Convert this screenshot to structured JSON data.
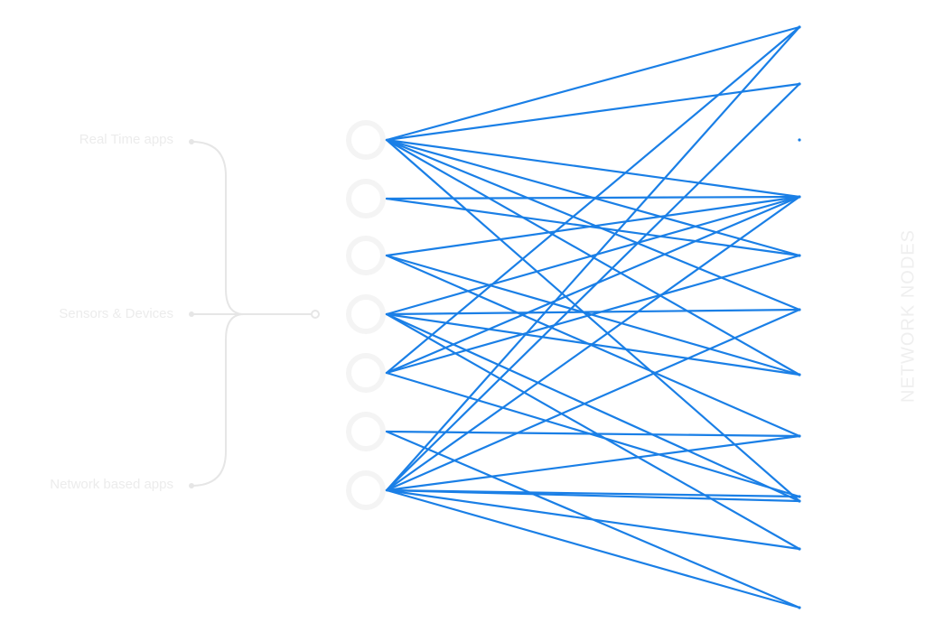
{
  "sources": [
    {
      "label": "Real Time apps"
    },
    {
      "label": "Sensors & Devices"
    },
    {
      "label": "Network based apps"
    }
  ],
  "side_title": "NETWORK NODES",
  "colors": {
    "link": "#1a7fe6",
    "bracket": "#e6e6e6",
    "hub_ring": "#f4f4f4",
    "label": "#ececec"
  },
  "hubs": [
    {
      "id": "h0"
    },
    {
      "id": "h1"
    },
    {
      "id": "h2"
    },
    {
      "id": "h3"
    },
    {
      "id": "h4"
    },
    {
      "id": "h5"
    },
    {
      "id": "h6"
    }
  ],
  "network_nodes": [
    {
      "id": "n0"
    },
    {
      "id": "n1"
    },
    {
      "id": "n2"
    },
    {
      "id": "n3"
    },
    {
      "id": "n4"
    },
    {
      "id": "n5"
    },
    {
      "id": "n6"
    },
    {
      "id": "n7"
    },
    {
      "id": "n8"
    },
    {
      "id": "n9"
    },
    {
      "id": "n10"
    },
    {
      "id": "n11"
    }
  ],
  "connections": [
    [
      0,
      0
    ],
    [
      0,
      1
    ],
    [
      0,
      3
    ],
    [
      0,
      4
    ],
    [
      0,
      5
    ],
    [
      0,
      6
    ],
    [
      0,
      9
    ],
    [
      1,
      3
    ],
    [
      1,
      4
    ],
    [
      2,
      3
    ],
    [
      2,
      6
    ],
    [
      2,
      7
    ],
    [
      3,
      3
    ],
    [
      3,
      5
    ],
    [
      3,
      6
    ],
    [
      3,
      9
    ],
    [
      3,
      10
    ],
    [
      4,
      4
    ],
    [
      4,
      0
    ],
    [
      4,
      3
    ],
    [
      4,
      8
    ],
    [
      5,
      7
    ],
    [
      5,
      11
    ],
    [
      6,
      0
    ],
    [
      6,
      1
    ],
    [
      6,
      3
    ],
    [
      6,
      5
    ],
    [
      6,
      7
    ],
    [
      6,
      8
    ],
    [
      6,
      9
    ],
    [
      6,
      10
    ],
    [
      6,
      11
    ]
  ]
}
